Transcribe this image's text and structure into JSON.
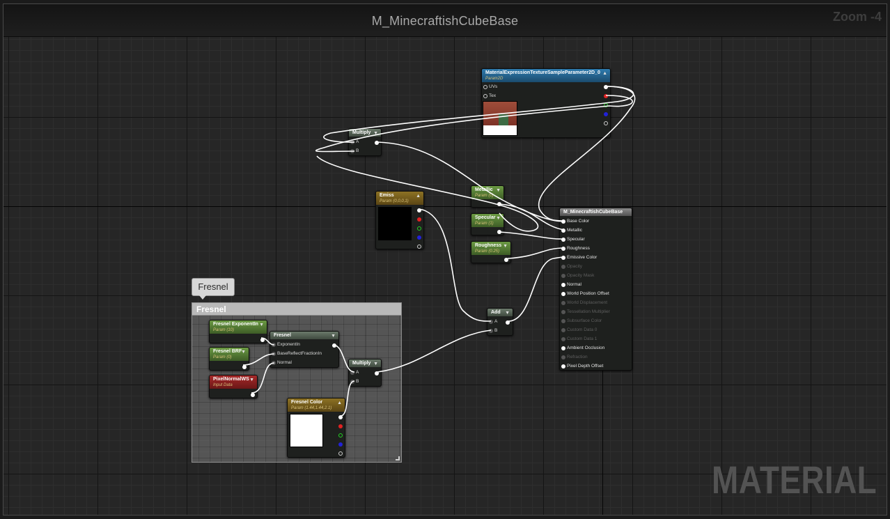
{
  "window": {
    "graph_title": "M_MinecraftishCubeBase",
    "zoom": "Zoom -4",
    "watermark": "MATERIAL"
  },
  "comment": {
    "bubble": "Fresnel",
    "header": "Fresnel"
  },
  "nodes": {
    "texture_param": {
      "title": "MaterialExpressionTextureSampleParameter2D_0",
      "subtitle": "Param2D",
      "inputs": [
        "UVs",
        "Tex"
      ]
    },
    "multiply_top": {
      "title": "Multiply",
      "inputs": [
        "A",
        "B"
      ]
    },
    "emiss": {
      "title": "Emiss",
      "subtitle": "Param (0,0,0,1)"
    },
    "metallic": {
      "title": "Metallic",
      "subtitle": "Param (0)"
    },
    "specular": {
      "title": "Specular",
      "subtitle": "Param (1)"
    },
    "roughness": {
      "title": "Roughness",
      "subtitle": "Param (0.25)"
    },
    "add": {
      "title": "Add",
      "inputs": [
        "A",
        "B"
      ]
    },
    "material": {
      "title": "M_MinecraftishCubeBase",
      "inputs": [
        {
          "label": "Base Color",
          "active": true
        },
        {
          "label": "Metallic",
          "active": true
        },
        {
          "label": "Specular",
          "active": true
        },
        {
          "label": "Roughness",
          "active": true
        },
        {
          "label": "Emissive Color",
          "active": true
        },
        {
          "label": "Opacity",
          "active": false
        },
        {
          "label": "Opacity Mask",
          "active": false
        },
        {
          "label": "Normal",
          "active": true
        },
        {
          "label": "World Position Offset",
          "active": true
        },
        {
          "label": "World Displacement",
          "active": false
        },
        {
          "label": "Tessellation Multiplier",
          "active": false
        },
        {
          "label": "Subsurface Color",
          "active": false
        },
        {
          "label": "Custom Data 0",
          "active": false
        },
        {
          "label": "Custom Data 1",
          "active": false
        },
        {
          "label": "Ambient Occlusion",
          "active": true
        },
        {
          "label": "Refraction",
          "active": false
        },
        {
          "label": "Pixel Depth Offset",
          "active": true
        }
      ]
    },
    "fresnel_exponent": {
      "title": "Fresnel ExponentIn",
      "subtitle": "Param (10)"
    },
    "fresnel_brf": {
      "title": "Fresnel BRF",
      "subtitle": "Param (0)"
    },
    "pixel_normal": {
      "title": "PixelNormalWS",
      "subtitle": "Input Data"
    },
    "fresnel": {
      "title": "Fresnel",
      "inputs": [
        "ExponentIn",
        "BaseReflectFractionIn",
        "Normal"
      ]
    },
    "multiply_fresnel": {
      "title": "Multiply",
      "inputs": [
        "A",
        "B"
      ]
    },
    "fresnel_color": {
      "title": "Fresnel Color",
      "subtitle": "Param (1.44,1.44,2.1)"
    }
  },
  "colors": {
    "param_green": "#4f7a33",
    "vector_gold": "#7a6220",
    "texture_blue": "#2a6fa0",
    "input_red": "#8f2323",
    "wire": "#ffffff"
  }
}
